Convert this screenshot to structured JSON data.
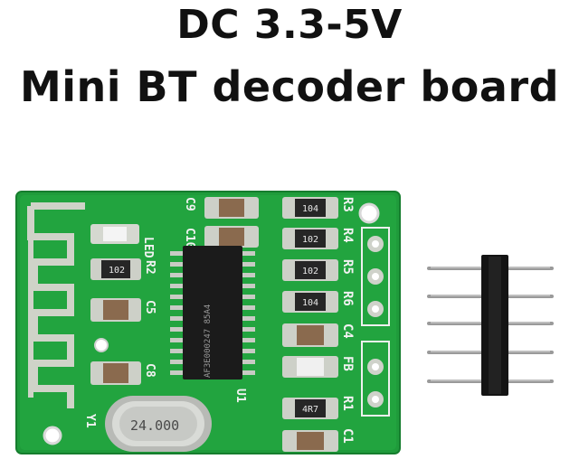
{
  "heading": {
    "line1": "DC 3.3-5V",
    "line2": "Mini BT decoder board"
  },
  "board": {
    "led_label": "LED",
    "silkscreen": {
      "c10": "C10",
      "c9": "C9",
      "r3": "R3",
      "r4": "R4",
      "r5": "R5",
      "r6": "R6",
      "c4": "C4",
      "fb": "FB",
      "r1": "R1",
      "c1": "C1",
      "r2": "R2",
      "c5": "C5",
      "c8": "C8",
      "u1": "U1",
      "y1": "Y1"
    },
    "resistor_codes": {
      "r2": "102",
      "r3": "104",
      "r4": "102",
      "r5": "102",
      "r6": "104",
      "r1": "4R7"
    },
    "chip_marking": "AF3E000247 85A4",
    "crystal_label": "24.000"
  },
  "colors": {
    "pcb": "#1e9a3a",
    "pcb_dark": "#157a2c",
    "pad": "#c9ccc4",
    "chip": "#1a1a1a",
    "header": "#111111"
  }
}
